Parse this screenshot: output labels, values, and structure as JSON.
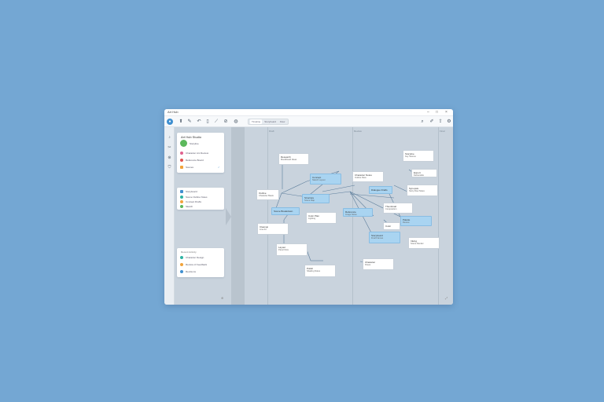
{
  "window": {
    "title": "Art Hub"
  },
  "toolbar": {
    "tabs": [
      "Timeline",
      "Storyboard",
      "Flow"
    ]
  },
  "panels": {
    "project": {
      "title": "Art Hub Studio",
      "subtitle": "Storyline",
      "items": [
        "Character Arc Review",
        "Reference Board",
        "Scenes"
      ]
    },
    "assets": {
      "title": "Storyboard",
      "items": [
        "Scene Outline Notes",
        "Concept Drafts",
        "Sketch"
      ]
    },
    "recent": {
      "title": "Recent Activity",
      "items": [
        "Character Design",
        "Review of Feedback",
        "Revisions"
      ]
    }
  },
  "lanes": [
    "Draft",
    "Review",
    "Final"
  ],
  "nodes": [
    {
      "l1": "Research",
      "l2": "Moodboard Ideas",
      "blue": false
    },
    {
      "l1": "Concept",
      "l2": "Sketch Layout",
      "blue": true
    },
    {
      "l1": "Character Notes",
      "l2": "Outline Pass",
      "blue": false
    },
    {
      "l1": "Storyline",
      "l2": "Key Scenes",
      "blue": false
    },
    {
      "l1": "Outline",
      "l2": "Character Beats",
      "blue": false
    },
    {
      "l1": "Structure",
      "l2": "Scene Map",
      "blue": true
    },
    {
      "l1": "Dialogue Drafts",
      "l2": "",
      "blue": true
    },
    {
      "l1": "Synopsis",
      "l2": "Story Flow Notes",
      "blue": false
    },
    {
      "l1": "Scene Breakdown",
      "l2": "",
      "blue": true
    },
    {
      "l1": "Color Plan",
      "l2": "Lighting",
      "blue": false
    },
    {
      "l1": "Reference",
      "l2": "Image Notes",
      "blue": false
    },
    {
      "l1": "Thumbnail",
      "l2": "Composition",
      "blue": false
    },
    {
      "l1": "Palette",
      "l2": "Review",
      "blue": false
    },
    {
      "l1": "Cleanup",
      "l2": "Line Art",
      "blue": false
    },
    {
      "l1": "Storyboard",
      "l2": "Final Frames",
      "blue": true
    },
    {
      "l1": "Inking",
      "l2": "Scene Render",
      "blue": false
    },
    {
      "l1": "Layout",
      "l2": "Panel Flow",
      "blue": true
    },
    {
      "l1": "Character",
      "l2": "Poses",
      "blue": false
    },
    {
      "l1": "Polish",
      "l2": "Shading Notes",
      "blue": false
    },
    {
      "l1": "Export",
      "l2": "Deliverable",
      "blue": false
    },
    {
      "l1": "Color",
      "l2": "Final Pass",
      "blue": false
    }
  ],
  "colors": {
    "background": "#74a7d3",
    "accent": "#3f8fd0",
    "node_highlight": "#a9d4f1",
    "dot_green": "#5cb85c",
    "dot_pink": "#e0628f",
    "dot_red": "#e0504f",
    "dot_orange": "#f1a33b",
    "dot_blue": "#3f8fd0",
    "dot_teal": "#2fb3a3"
  },
  "icons": {
    "toolbar": [
      "home-icon",
      "pin-icon",
      "pencil-icon",
      "undo-icon",
      "trash-icon",
      "brush-icon",
      "link-icon",
      "search-icon",
      "edit-icon",
      "share-icon"
    ],
    "rail": [
      "music-note-icon",
      "scissors-icon",
      "share-icon",
      "shield-icon"
    ]
  }
}
